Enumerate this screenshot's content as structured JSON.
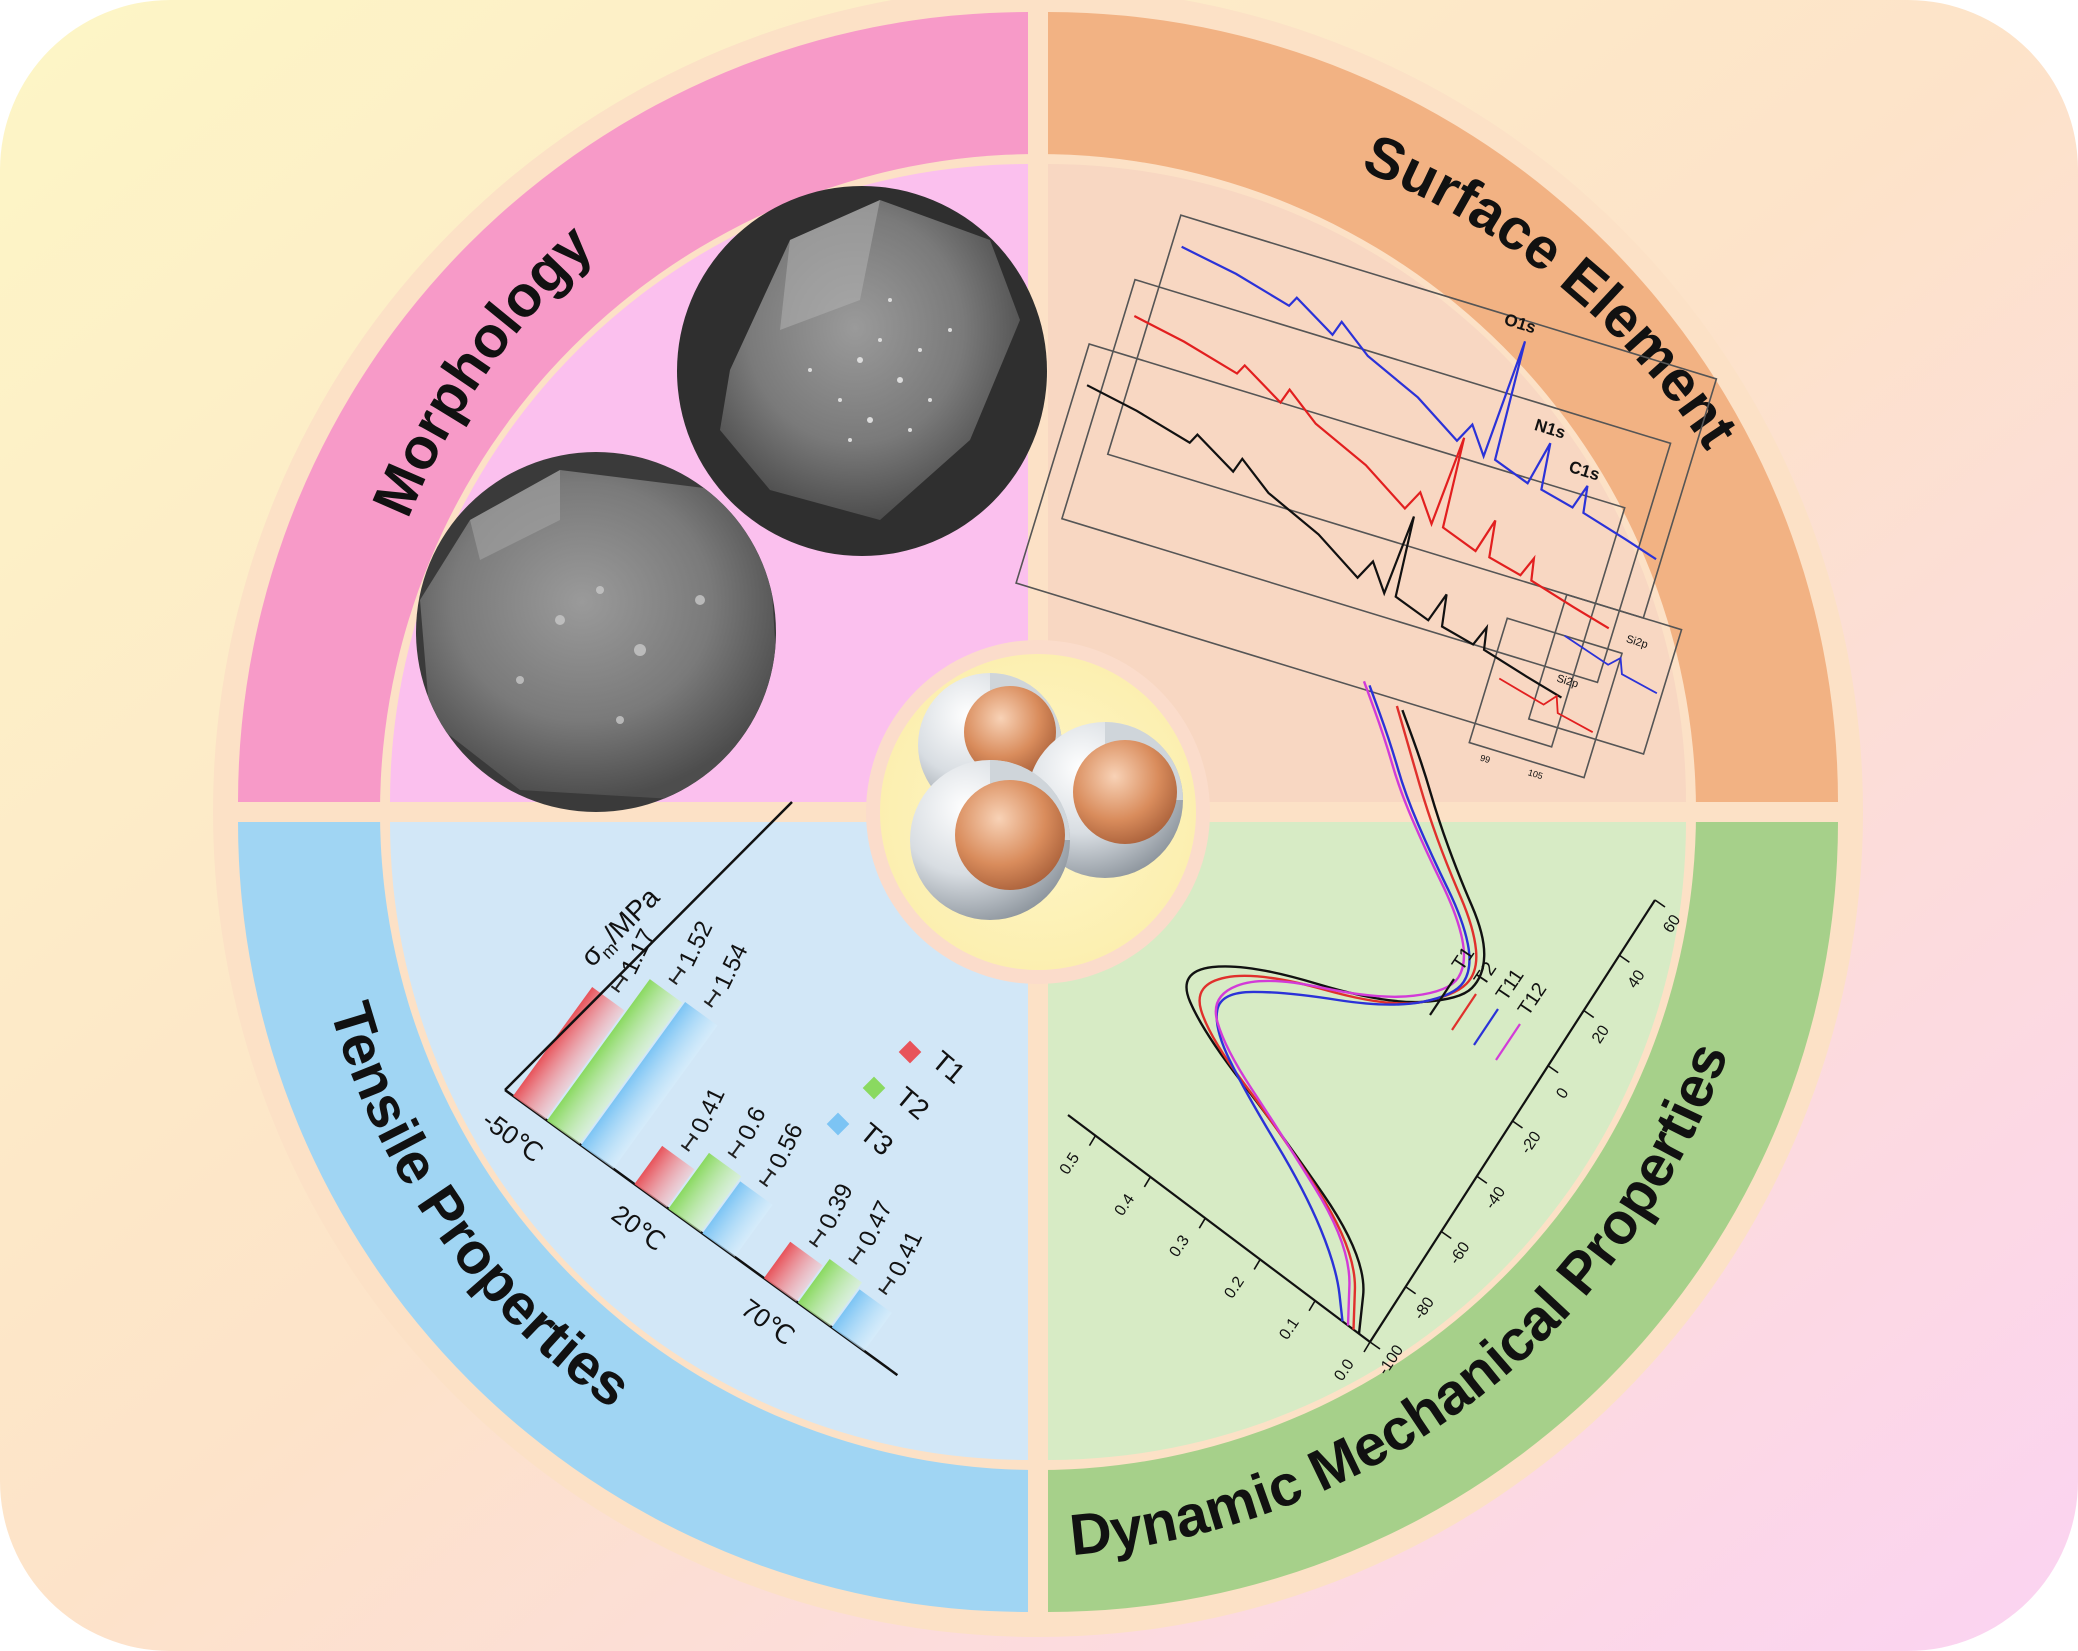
{
  "colors": {
    "morphology": "#f79ac8",
    "morphology_inner": "#fbc0ee",
    "surface": "#f2b283",
    "surface_inner": "#f8d7c2",
    "tensile": "#a0d5f3",
    "tensile_inner": "#d2e7f7",
    "dma": "#a6d08a",
    "dma_inner": "#d7ebc5",
    "frame": "#fce1c6",
    "t1": "#e8535a",
    "t2": "#8ad960",
    "t3": "#7cc4f4",
    "xps_blue": "#2b32d8",
    "xps_red": "#e21f1f",
    "xps_black": "#111111",
    "dma_t1": "#111111",
    "dma_t2": "#e0302c",
    "dma_t11": "#2b32d8",
    "dma_t12": "#d23bd8"
  },
  "quadrant_titles": {
    "morphology": "Morphology",
    "surface": "Surface Element",
    "tensile": "Tensile Properties",
    "dma": "Dynamic Mechanical Properties"
  },
  "icons": {
    "sem": "sem-particle-micrograph",
    "core_shell": "core-shell-particles-icon"
  },
  "xps": {
    "peaks": [
      "O1s",
      "N1s",
      "C1s"
    ],
    "inset_labels": [
      "Si2p",
      "Si2p"
    ],
    "inset_ticks": [
      "99",
      "105"
    ]
  },
  "tensile": {
    "ylabel": "σ",
    "ylabel_sub": "m",
    "ylabel_unit": "/MPa",
    "legend": [
      "T1",
      "T2",
      "T3"
    ]
  },
  "dma": {
    "legend": [
      "T1",
      "T2",
      "T11",
      "T12"
    ]
  },
  "chart_data": [
    {
      "type": "bar",
      "ylabel": "σm/MPa",
      "categories": [
        "-50℃",
        "20℃",
        "70℃"
      ],
      "series": [
        {
          "name": "T1",
          "values": [
            1.17,
            0.41,
            0.39
          ],
          "labels": [
            "1.17",
            "0.41",
            "0.39"
          ]
        },
        {
          "name": "T2",
          "values": [
            1.52,
            0.6,
            0.47
          ],
          "labels": [
            "1.52",
            "0.6",
            "0.47"
          ]
        },
        {
          "name": "T3",
          "values": [
            1.54,
            0.56,
            0.41
          ],
          "labels": [
            "1.54",
            "0.56",
            "0.41"
          ]
        }
      ]
    },
    {
      "type": "line",
      "y_ticks": [
        "0.0",
        "0.1",
        "0.2",
        "0.3",
        "0.4",
        "0.5"
      ],
      "x_ticks": [
        "-100",
        "-80",
        "-60",
        "-40",
        "-20",
        "0",
        "20",
        "40",
        "60"
      ],
      "series": [
        {
          "name": "T1",
          "x": [
            -100,
            -80,
            -65,
            -55,
            -45,
            -30,
            -15,
            0,
            10,
            20,
            30,
            40,
            50,
            60
          ],
          "y": [
            0.02,
            0.07,
            0.28,
            0.45,
            0.53,
            0.45,
            0.25,
            0.16,
            0.15,
            0.18,
            0.26,
            0.33,
            0.39,
            0.46
          ]
        },
        {
          "name": "T2",
          "x": [
            -100,
            -80,
            -65,
            -55,
            -45,
            -30,
            -15,
            0,
            10,
            20,
            30,
            40,
            50,
            60
          ],
          "y": [
            0.03,
            0.09,
            0.28,
            0.44,
            0.5,
            0.43,
            0.24,
            0.17,
            0.16,
            0.2,
            0.28,
            0.35,
            0.41,
            0.47
          ]
        },
        {
          "name": "T11",
          "x": [
            -100,
            -88,
            -75,
            -62,
            -52,
            -42,
            -30,
            -15,
            0,
            10,
            20,
            30,
            40,
            50,
            60
          ],
          "y": [
            0.05,
            0.1,
            0.2,
            0.35,
            0.44,
            0.46,
            0.38,
            0.24,
            0.17,
            0.17,
            0.22,
            0.31,
            0.39,
            0.45,
            0.52
          ]
        },
        {
          "name": "T12",
          "x": [
            -100,
            -80,
            -65,
            -55,
            -45,
            -30,
            -15,
            0,
            10,
            20,
            30,
            40,
            50,
            60
          ],
          "y": [
            0.04,
            0.1,
            0.28,
            0.41,
            0.47,
            0.42,
            0.26,
            0.18,
            0.18,
            0.23,
            0.32,
            0.4,
            0.46,
            0.53
          ]
        }
      ]
    }
  ]
}
